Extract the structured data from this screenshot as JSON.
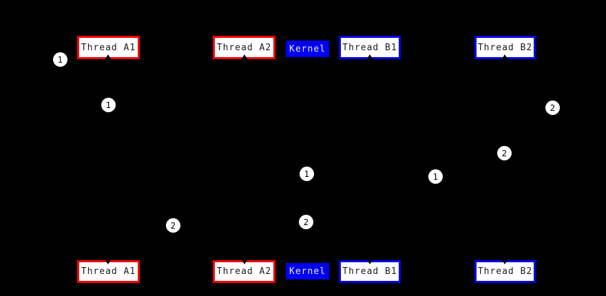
{
  "colors": {
    "background": "#000000",
    "process_a_border": "#ff0000",
    "process_b_border": "#0000f0",
    "kernel_fill": "#0000f0",
    "box_fill": "#ffffff",
    "box_text": "#1a1a1a",
    "marker_fill": "#ffffff",
    "marker_text": "#000000"
  },
  "boxes": {
    "top": [
      {
        "label": "Thread A1"
      },
      {
        "label": "Thread A2"
      },
      {
        "label": "Kernel"
      },
      {
        "label": "Thread B1"
      },
      {
        "label": "Thread B2"
      }
    ],
    "bottom": [
      {
        "label": "Thread A1"
      },
      {
        "label": "Thread A2"
      },
      {
        "label": "Kernel"
      },
      {
        "label": "Thread B1"
      },
      {
        "label": "Thread B2"
      }
    ]
  },
  "markers": [
    {
      "label": "1"
    },
    {
      "label": "1"
    },
    {
      "label": "2"
    },
    {
      "label": "2"
    },
    {
      "label": "1"
    },
    {
      "label": "1"
    },
    {
      "label": "2"
    },
    {
      "label": "2"
    }
  ]
}
